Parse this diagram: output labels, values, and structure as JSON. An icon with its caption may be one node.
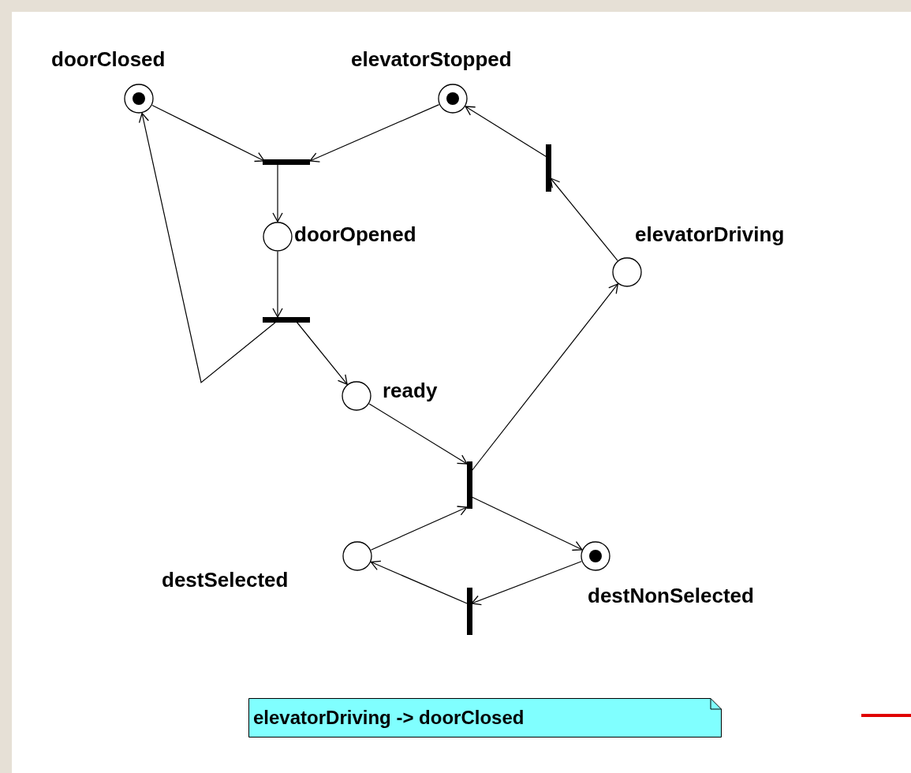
{
  "diagram": {
    "nodes": [
      {
        "text": [
          "doorClosed"
        ]
      },
      {
        "text": [
          "elevatorStopped"
        ]
      },
      {
        "text": [],
        "shape": "bar"
      },
      {
        "text": [],
        "shape": "bar"
      },
      {
        "text": [
          "doorOpened"
        ]
      },
      {
        "text": [
          "elevatorDriving"
        ]
      },
      {
        "text": [],
        "shape": "bar"
      },
      {
        "text": [
          "ready"
        ]
      },
      {
        "text": [],
        "shape": "bar"
      },
      {
        "text": [
          "destSelected"
        ]
      },
      {
        "text": [
          "destNonSelected"
        ]
      },
      {
        "text": [],
        "shape": "bar"
      },
      {
        "text": [
          "elevatorDriving -> doorClosed"
        ]
      }
    ],
    "edges": [
      {
        "from": 0,
        "to": 2,
        "arrow": "to"
      },
      {
        "from": 1,
        "to": 2,
        "arrow": "to"
      },
      {
        "from": 2,
        "to": 4,
        "arrow": "to"
      },
      {
        "from": 4,
        "to": 6,
        "arrow": "to"
      },
      {
        "from": 6,
        "to": 0,
        "arrow": "to"
      },
      {
        "from": 6,
        "to": 7,
        "arrow": "to"
      },
      {
        "from": 7,
        "to": 8,
        "arrow": "to"
      },
      {
        "from": 8,
        "to": 5,
        "arrow": "to"
      },
      {
        "from": 8,
        "to": 10,
        "arrow": "to"
      },
      {
        "from": 9,
        "to": 8,
        "arrow": "to"
      },
      {
        "from": 5,
        "to": 3,
        "arrow": "to"
      },
      {
        "from": 3,
        "to": 1,
        "arrow": "to"
      },
      {
        "from": 10,
        "to": 11,
        "arrow": "to"
      },
      {
        "from": 11,
        "to": 9,
        "arrow": "to"
      }
    ]
  }
}
